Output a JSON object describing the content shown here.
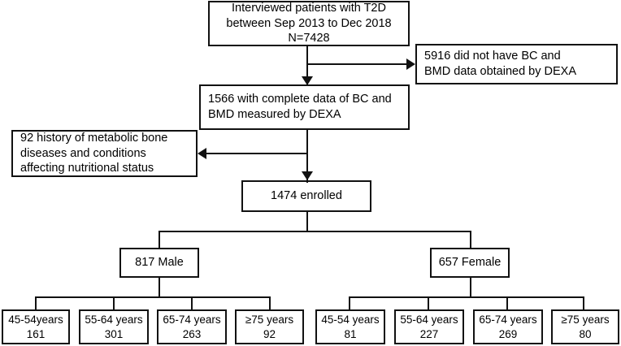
{
  "diagram": {
    "title": "Patient enrollment flow diagram",
    "type": "flowchart",
    "colors": {
      "stroke": "#111111",
      "background": "#ffffff",
      "text": "#000000"
    },
    "nodes": {
      "interviewed": {
        "label": "Interviewed patients with T2D\nbetween Sep 2013 to Dec 2018\nN=7428"
      },
      "excluded_no_dexa": {
        "label": "5916 did not have BC and\nBMD data obtained by DEXA"
      },
      "complete_data": {
        "label": "1566 with complete data of BC and\nBMD measured by DEXA"
      },
      "excluded_bone_disease": {
        "label": "92 history of metabolic bone\ndiseases and conditions\naffecting nutritional status"
      },
      "enrolled": {
        "label": "1474 enrolled"
      },
      "male": {
        "label": "817 Male"
      },
      "female": {
        "label": "657 Female"
      }
    },
    "male_groups": [
      {
        "age": "45-54years",
        "count": "161"
      },
      {
        "age": "55-64 years",
        "count": "301"
      },
      {
        "age": "65-74 years",
        "count": "263"
      },
      {
        "age": "≥75 years",
        "count": "92"
      }
    ],
    "female_groups": [
      {
        "age": "45-54 years",
        "count": "81"
      },
      {
        "age": "55-64 years",
        "count": "227"
      },
      {
        "age": "65-74 years",
        "count": "269"
      },
      {
        "age": "≥75 years",
        "count": "80"
      }
    ]
  }
}
